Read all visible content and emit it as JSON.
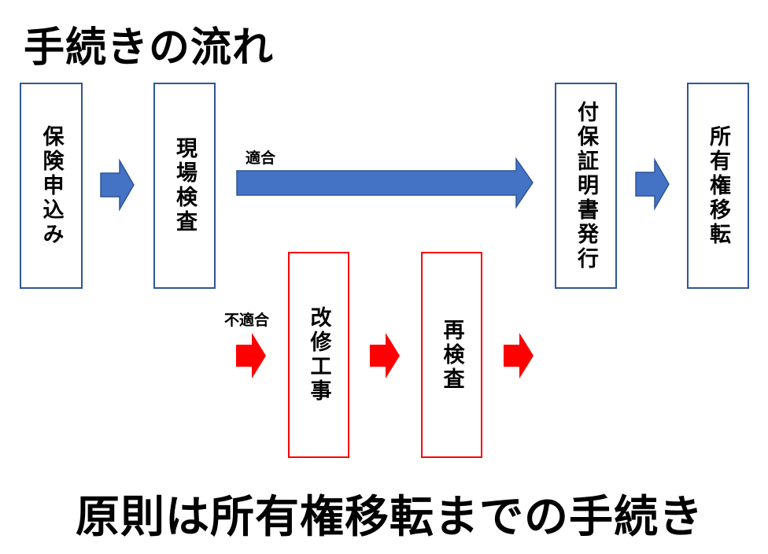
{
  "title": "手続きの流れ",
  "footer": "原則は所有権移転までの手続き",
  "steps": {
    "application": "保険申込み",
    "site_inspection": "現場検査",
    "certificate_issue": "付保証明書発行",
    "ownership_transfer": "所有権移転",
    "repair_work": "改修工事",
    "reinspection": "再検査"
  },
  "labels": {
    "pass": "適合",
    "fail": "不適合"
  },
  "colors": {
    "main_flow": "#4472c4",
    "main_border": "#2f5597",
    "fail_flow": "#ff0000"
  }
}
